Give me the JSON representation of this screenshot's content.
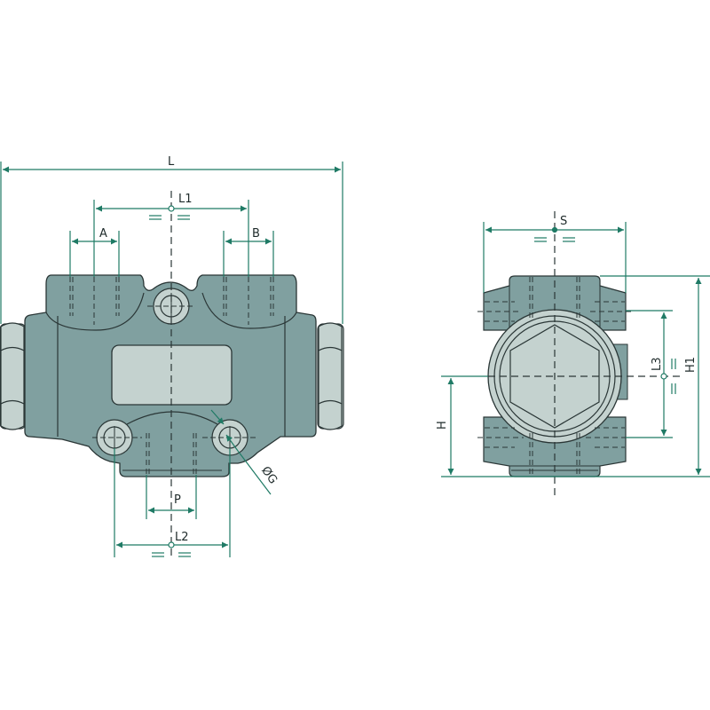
{
  "colors": {
    "body": "#80a0a0",
    "body_light": "#c4d2cf",
    "outline": "#2a3636",
    "dimension": "#1f7a65",
    "background": "#ffffff"
  },
  "front_view": {
    "dimensions": {
      "overall_length": "L",
      "port_spacing_top": "L1",
      "port_width_a": "A",
      "port_width_b": "B",
      "mount_spacing_bottom": "L2",
      "port_pitch": "P",
      "hole_diameter": "ØG",
      "equal_mark": "="
    }
  },
  "side_view": {
    "dimensions": {
      "width": "S",
      "height": "H",
      "overall_height": "H1",
      "port_spacing": "L3",
      "equal_mark": "="
    }
  }
}
